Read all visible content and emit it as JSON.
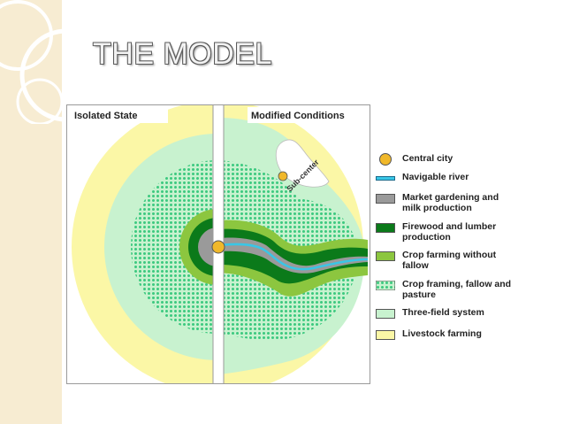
{
  "slide": {
    "title": "THE MODEL"
  },
  "diagram": {
    "left_panel_title": "Isolated State",
    "right_panel_title": "Modified Conditions",
    "subcenter_label": "Sub-center"
  },
  "legend": {
    "items": [
      {
        "label": "Central city",
        "color": "#f0b82a",
        "shape": "circle"
      },
      {
        "label": "Navigable river",
        "color": "#39c6e6",
        "shape": "line"
      },
      {
        "label": "Market gardening and milk production",
        "color": "#9a9a9a",
        "shape": "box"
      },
      {
        "label": "Firewood and lumber production",
        "color": "#0b7a1a",
        "shape": "box"
      },
      {
        "label": "Crop farming without fallow",
        "color": "#8cc63f",
        "shape": "box"
      },
      {
        "label": "Crop framing, fallow and pasture",
        "color": "#63d99a",
        "shape": "dotted"
      },
      {
        "label": "Three-field system",
        "color": "#c8f2cf",
        "shape": "box"
      },
      {
        "label": "Livestock farming",
        "color": "#fbf7a6",
        "shape": "box"
      }
    ]
  },
  "colors": {
    "livestock": "#fbf7a6",
    "three_field": "#c8f2cf",
    "crop_fallow_pasture": "#63d99a",
    "crop_no_fallow": "#8cc63f",
    "firewood": "#0b7a1a",
    "market_gardening": "#9a9a9a",
    "central_city": "#f0b82a",
    "river": "#39c6e6"
  }
}
